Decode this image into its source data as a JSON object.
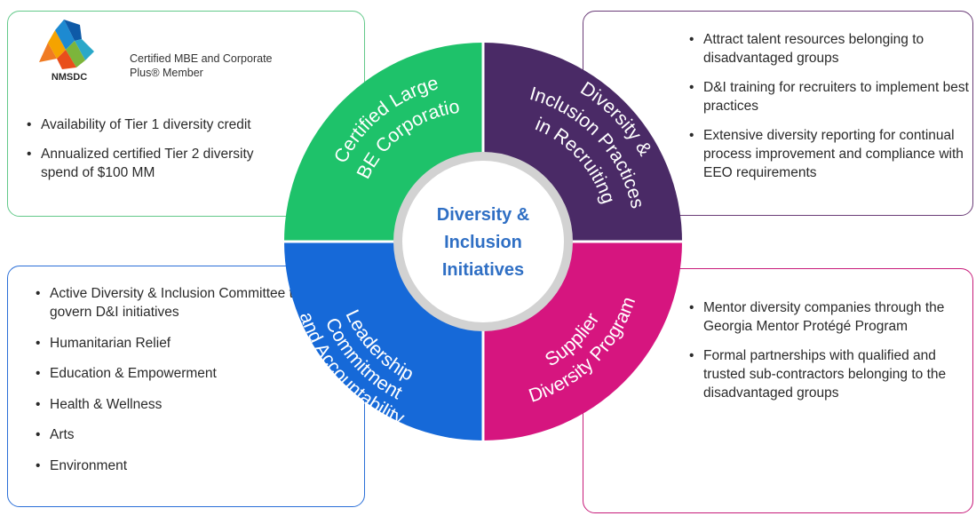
{
  "logo": {
    "text": "NMSDC",
    "icon": "nmsdc-logo-icon"
  },
  "certification_text": "Certified MBE and Corporate Plus® Member",
  "center": {
    "lines": [
      "Diversity &",
      "Inclusion",
      "Initiatives"
    ]
  },
  "quadrants": {
    "top_left": {
      "lines": [
        "Certified Large",
        "MBE Corporation"
      ],
      "color": "#1ec26a"
    },
    "top_right": {
      "lines": [
        "Diversity &",
        "Inclusion Practices",
        "in Recruiting"
      ],
      "color": "#4a2a66"
    },
    "bottom_left": {
      "lines": [
        "Leadership",
        "Commitment",
        "and Accountability"
      ],
      "color": "#1669d8"
    },
    "bottom_right": {
      "lines": [
        "Supplier",
        "Diversity Program"
      ],
      "color": "#d6157f"
    }
  },
  "boxes": {
    "top_left": {
      "items": [
        "Availability of Tier 1 diversity credit",
        "Annualized certified Tier 2 diversity spend of $100 MM"
      ]
    },
    "top_right": {
      "items": [
        "Attract talent resources belonging to disadvantaged groups",
        "D&I training for recruiters to implement best practices",
        "Extensive diversity reporting for continual process improvement and compliance with EEO requirements"
      ]
    },
    "bottom_left": {
      "items": [
        "Active Diversity & Inclusion Committee to govern D&I initiatives",
        "Humanitarian Relief",
        "Education & Empowerment",
        "Health & Wellness",
        "Arts",
        "Environment"
      ]
    },
    "bottom_right": {
      "items": [
        "Mentor diversity companies through the Georgia Mentor Protégé Program",
        "Formal partnerships with qualified and trusted sub-contractors belonging to the disadvantaged groups"
      ]
    }
  },
  "colors": {
    "center_text": "#2f6fc4",
    "center_ring": "#c8c8c8"
  }
}
